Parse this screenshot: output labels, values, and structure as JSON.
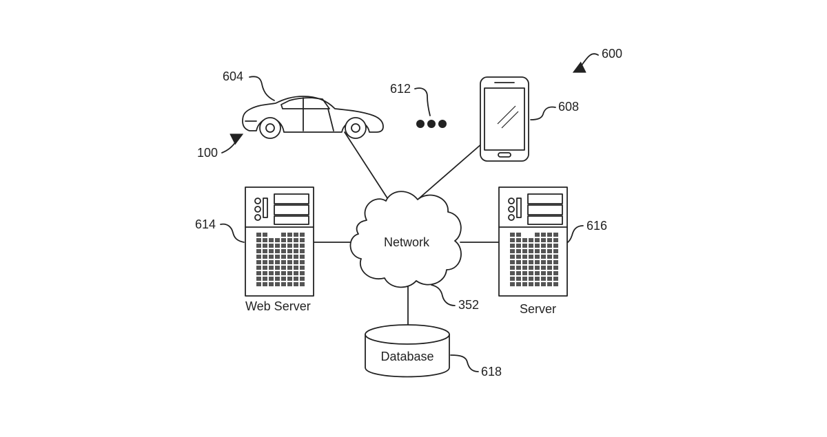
{
  "diagram": {
    "figure_ref": "600",
    "nodes": {
      "vehicle": {
        "ref_body": "604",
        "ref_system": "100"
      },
      "more_devices": {
        "ref": "612"
      },
      "mobile_device": {
        "ref": "608"
      },
      "web_server": {
        "label": "Web Server",
        "ref": "614"
      },
      "network": {
        "label": "Network",
        "ref": "352"
      },
      "server": {
        "label": "Server",
        "ref": "616"
      },
      "database": {
        "label": "Database",
        "ref": "618"
      }
    },
    "edges": [
      [
        "vehicle",
        "network"
      ],
      [
        "mobile_device",
        "network"
      ],
      [
        "web_server",
        "network"
      ],
      [
        "network",
        "server"
      ],
      [
        "network",
        "database"
      ]
    ],
    "colors": {
      "ink": "#222222",
      "background": "#ffffff"
    }
  }
}
